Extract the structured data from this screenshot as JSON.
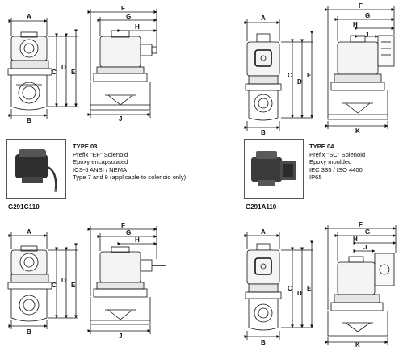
{
  "dims": {
    "A": "A",
    "B": "B",
    "C": "C",
    "D": "D",
    "E": "E",
    "F": "F",
    "G": "G",
    "H": "H",
    "J": "J",
    "K": "K"
  },
  "type03": {
    "title": "TYPE 03",
    "lines": [
      "Prefix \"EF\" Solenoid",
      "Epoxy encapsulated",
      "ICS-6 ANSI / NEMA",
      "Type 7 and 9 (applicable to solenoid only)"
    ],
    "code": "G291G110"
  },
  "type04": {
    "title": "TYPE 04",
    "lines": [
      "Prefix \"SC\" Solenoid",
      "Epoxy moulded",
      "IEC 335 / ISO 4400",
      "IP65"
    ],
    "code": "G291A110"
  },
  "colors": {
    "line": "#111111",
    "coil": "#3a3a3a",
    "photo_bg": "#6f6f6f"
  }
}
